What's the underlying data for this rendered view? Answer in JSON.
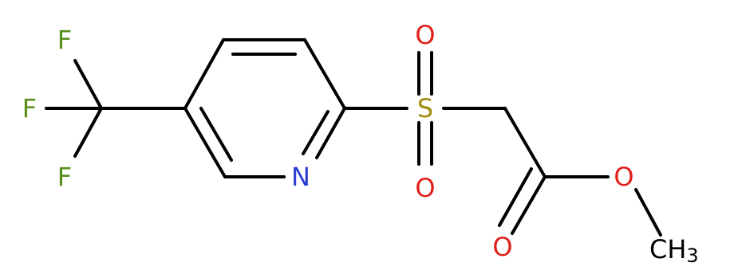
{
  "molecule": {
    "atoms": {
      "f1": "F",
      "f2": "F",
      "f3": "F",
      "n": "N",
      "s": "S",
      "o_top": "O",
      "o_bottom": "O",
      "o_ester": "O",
      "o_carbonyl": "O",
      "ch3": "CH",
      "ch3_sub": "3"
    },
    "colors": {
      "bond": "#000000",
      "fluorine": "#5a8f1c",
      "nitrogen": "#2b3bd1",
      "sulfur": "#a28c12",
      "oxygen": "#e0201a",
      "carbon": "#000000"
    }
  }
}
